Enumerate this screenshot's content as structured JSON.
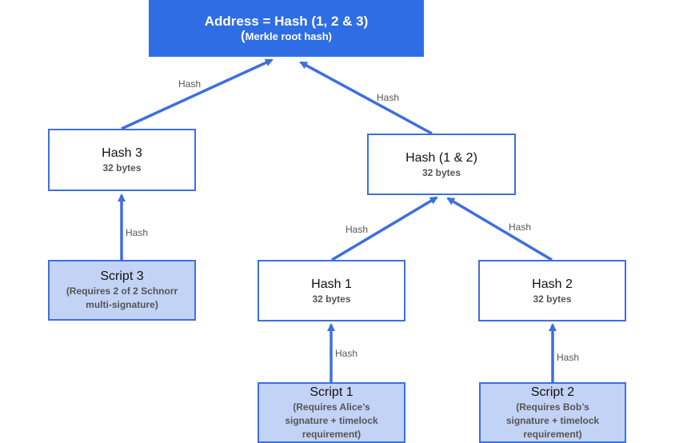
{
  "root": {
    "title": "Address = Hash (1, 2 & 3)",
    "subtitle_paren": "(",
    "subtitle": "Merkle root hash)"
  },
  "nodes": {
    "hash3": {
      "title": "Hash 3",
      "sub": "32 bytes"
    },
    "hash12": {
      "title": "Hash (1 & 2)",
      "sub": "32 bytes"
    },
    "hash1": {
      "title": "Hash 1",
      "sub": "32 bytes"
    },
    "hash2": {
      "title": "Hash 2",
      "sub": "32 bytes"
    },
    "script3": {
      "title": "Script 3",
      "sub_lines": [
        "(Requires 2 of 2 Schnorr",
        "multi-signature)"
      ]
    },
    "script1": {
      "title": "Script 1",
      "sub_lines": [
        "(Requires Alice’s",
        "signature + timelock",
        "requirement)"
      ]
    },
    "script2": {
      "title": "Script 2",
      "sub_lines": [
        "(Requires Bob’s",
        "signature + timelock",
        "requirement)"
      ]
    }
  },
  "edge_labels": {
    "hash3_to_root": "Hash",
    "hash12_to_root": "Hash",
    "script3_to_hash3": "Hash",
    "hash1_to_hash12": "Hash",
    "hash2_to_hash12": "Hash",
    "script1_to_hash1": "Hash",
    "script2_to_hash2": "Hash"
  },
  "colors": {
    "accent": "#3d6fe0",
    "root_fill": "#2f6de5",
    "script_fill": "#c3d3f5"
  }
}
